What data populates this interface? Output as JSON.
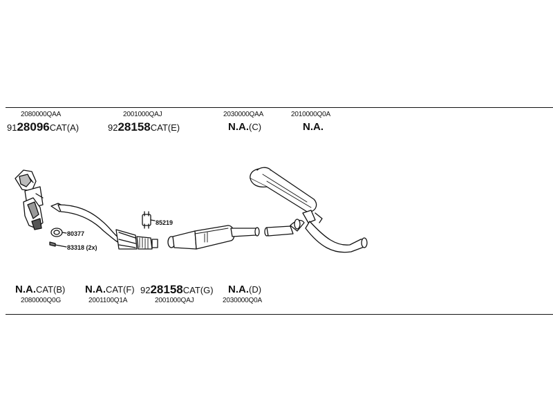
{
  "top_row": [
    {
      "code": "2080000QAA",
      "prefix": "91",
      "number": "28096",
      "suffix": "CAT(A)"
    },
    {
      "code": "2001000QAJ",
      "prefix": "92",
      "number": "28158",
      "suffix": "CAT(E)"
    },
    {
      "code": "2030000QAA",
      "prefix": "",
      "number": "N.A.",
      "suffix": "(C)"
    },
    {
      "code": "2010000Q0A",
      "prefix": "",
      "number": "N.A.",
      "suffix": ""
    }
  ],
  "bottom_row": [
    {
      "code": "2080000Q0G",
      "prefix": "",
      "number": "N.A.",
      "suffix": "CAT(B)"
    },
    {
      "code": "2001100Q1A",
      "prefix": "",
      "number": "N.A.",
      "suffix": "CAT(F)"
    },
    {
      "code": "2001000QAJ",
      "prefix": "92",
      "number": "28158",
      "suffix": "CAT(G)"
    },
    {
      "code": "2030000Q0A",
      "prefix": "",
      "number": "N.A.",
      "suffix": "(D)"
    }
  ],
  "callouts": {
    "gasket": "80377",
    "bolts": "83318 (2x)",
    "hanger": "85219"
  }
}
